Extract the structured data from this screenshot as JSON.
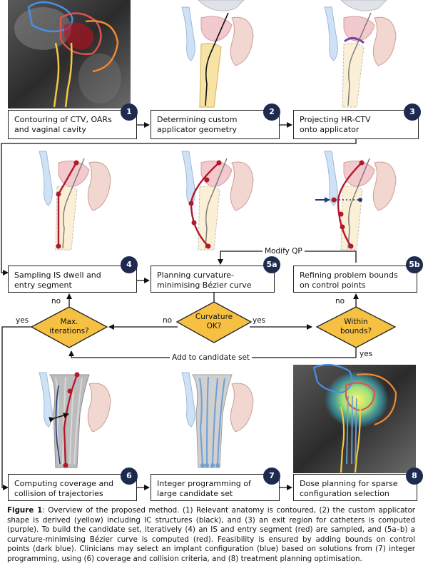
{
  "steps": {
    "s1": {
      "badge": "1",
      "line1": "Contouring of CTV, OARs",
      "line2": "and vaginal cavity"
    },
    "s2": {
      "badge": "2",
      "line1": "Determining custom",
      "line2": "applicator geometry"
    },
    "s3": {
      "badge": "3",
      "line1": "Projecting HR-CTV",
      "line2": "onto applicator"
    },
    "s4": {
      "badge": "4",
      "line1": "Sampling IS dwell and",
      "line2": "entry segment"
    },
    "s5a": {
      "badge": "5a",
      "line1": "Planning curvature-",
      "line2": "minimising Bézier curve"
    },
    "s5b": {
      "badge": "5b",
      "line1": "Refining problem bounds",
      "line2": "on control points"
    },
    "s6": {
      "badge": "6",
      "line1": "Computing coverage and",
      "line2": "collision of trajectories"
    },
    "s7": {
      "badge": "7",
      "line1": "Integer programming of",
      "line2": "large candidate set"
    },
    "s8": {
      "badge": "8",
      "line1": "Dose planning for sparse",
      "line2": "configuration selection"
    }
  },
  "decisions": {
    "max_iter": {
      "line1": "Max.",
      "line2": "iterations?"
    },
    "curvature": {
      "line1": "Curvature",
      "line2": "OK?"
    },
    "bounds": {
      "line1": "Within",
      "line2": "bounds?"
    }
  },
  "labels": {
    "modify_qp": "Modify QP",
    "add_candidate": "Add to candidate set",
    "yes": "yes",
    "no": "no"
  },
  "caption": {
    "prefix": "Figure 1",
    "text": ": Overview of the proposed method. (1) Relevant anatomy is contoured, (2) the custom applicator shape is derived (yellow) including IC structures (black), and (3) an exit region for catheters is computed (purple). To build the candidate set, iteratively (4) an IS and entry segment (red) are sampled, and (5a–b) a curvature-minimising Bézier curve is computed (red). Feasibility is ensured by adding bounds on control points (dark blue). Clinicians may select an implant configuration (blue) based on solutions from (7) integer programming, using (6) coverage and collision criteria, and (8) treatment planning optimisation."
  },
  "colors": {
    "badge": "#1d2b4f",
    "decision": "#f6c043",
    "applicator": "#f7e3a6",
    "trajectory": "#b1182b",
    "bounds": "#1d3f7a",
    "candidate": "#6f9fd4",
    "exit_region": "#7a3fa8"
  }
}
